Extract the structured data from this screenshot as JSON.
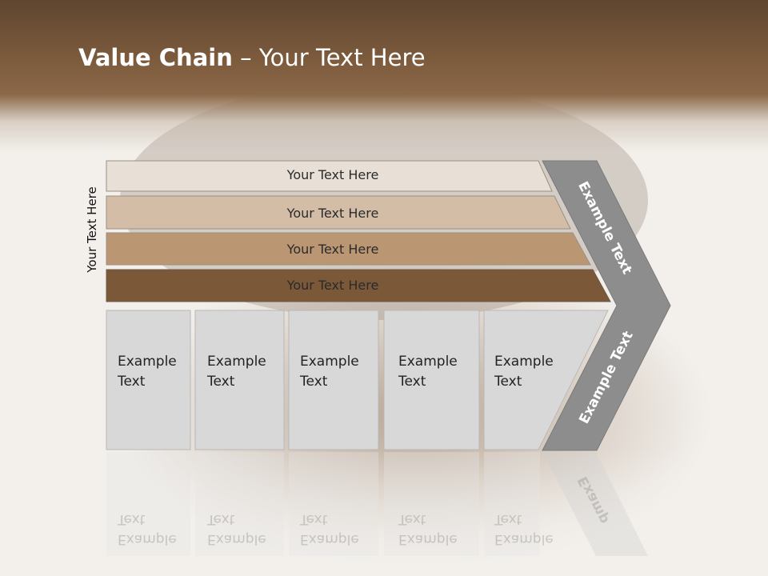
{
  "slide": {
    "title_bold": "Value Chain",
    "title_rest": " – Your Text Here",
    "side_label": "Your Text Here"
  },
  "bars": [
    {
      "label": "Your Text Here",
      "color": "#e8e0d6"
    },
    {
      "label": "Your Text Here",
      "color": "#d4bda6"
    },
    {
      "label": "Your Text Here",
      "color": "#bb9673"
    },
    {
      "label": "Your Text Here",
      "color": "#7a5838"
    }
  ],
  "boxes": [
    {
      "line1": "Example",
      "line2": "Text"
    },
    {
      "line1": "Example",
      "line2": "Text"
    },
    {
      "line1": "Example",
      "line2": "Text"
    },
    {
      "line1": "Example",
      "line2": "Text"
    },
    {
      "line1": "Example",
      "line2": "Text"
    }
  ],
  "arrow": {
    "upper_label": "Example Text",
    "lower_label": "Example Text",
    "reflection_label": "Examp",
    "color": "#8d8d8d"
  },
  "colors": {
    "box_fill": "#d8d8d8",
    "box_border": "#b8b8b8"
  }
}
